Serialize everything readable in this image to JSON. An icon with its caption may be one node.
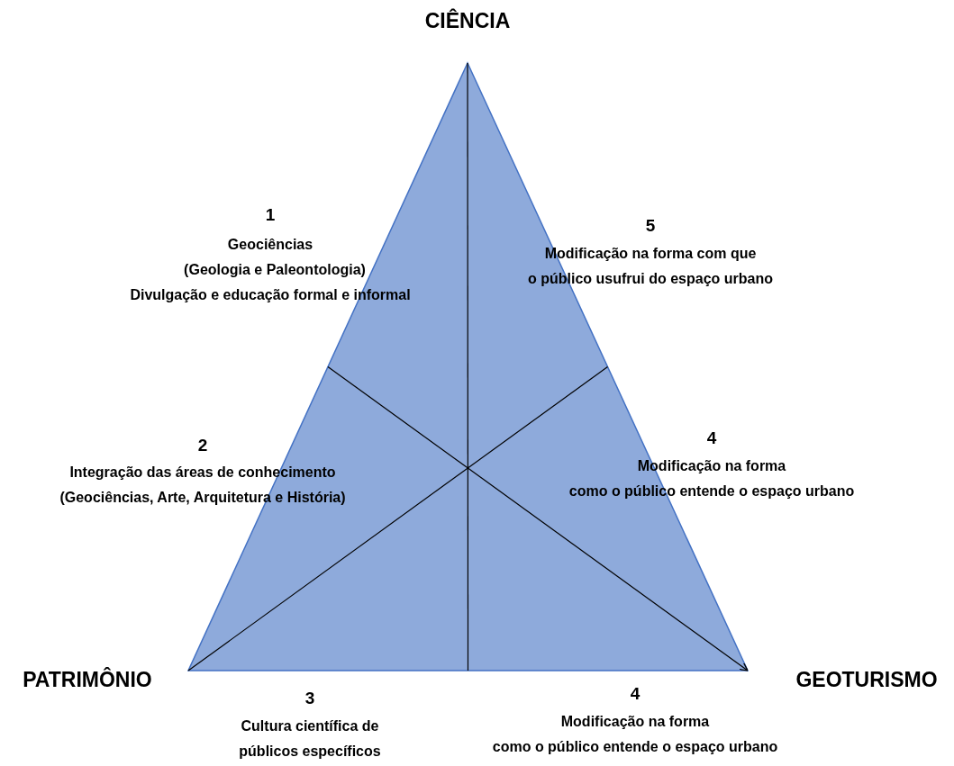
{
  "diagram": {
    "labels": [
      "CIÊNCIA",
      "1",
      "Geociências",
      "(Geologia e Paleontologia)",
      "Divulgação e educação formal e informal",
      "5",
      "Modificação na forma com que",
      "o público usufrui do espaço urbano",
      "2",
      "Integração das áreas de conhecimento",
      "(Geociências, Arte, Arquitetura e História)",
      "4",
      "Modificação na forma",
      "como o público entende o espaço urbano",
      "PATRIMÔNIO",
      "GEOTURISMO",
      "3",
      "Cultura científica de",
      "públicos específicos",
      "4",
      "Modificação na forma",
      "como o público entende o espaço urbano"
    ]
  }
}
